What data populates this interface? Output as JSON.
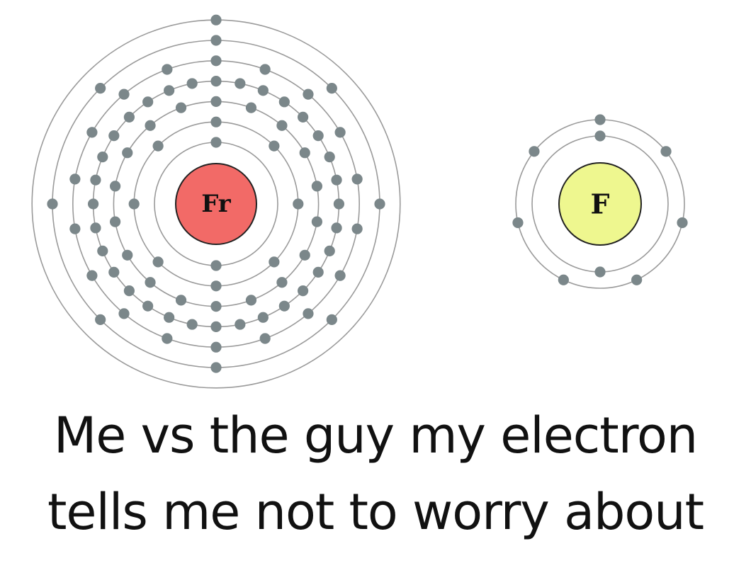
{
  "atoms": [
    {
      "symbol": "Fr",
      "nucleus_color": "#f26a67",
      "shells": [
        2,
        8,
        18,
        32,
        18,
        8,
        1
      ]
    },
    {
      "symbol": "F",
      "nucleus_color": "#eef78f",
      "shells": [
        2,
        7
      ]
    }
  ],
  "colors": {
    "electron": "#7b878a",
    "shell": "#9a9a9a",
    "nucleus_border": "#222222"
  },
  "caption": {
    "line1": "Me vs the guy my electron",
    "line2": "tells me not to worry about"
  }
}
